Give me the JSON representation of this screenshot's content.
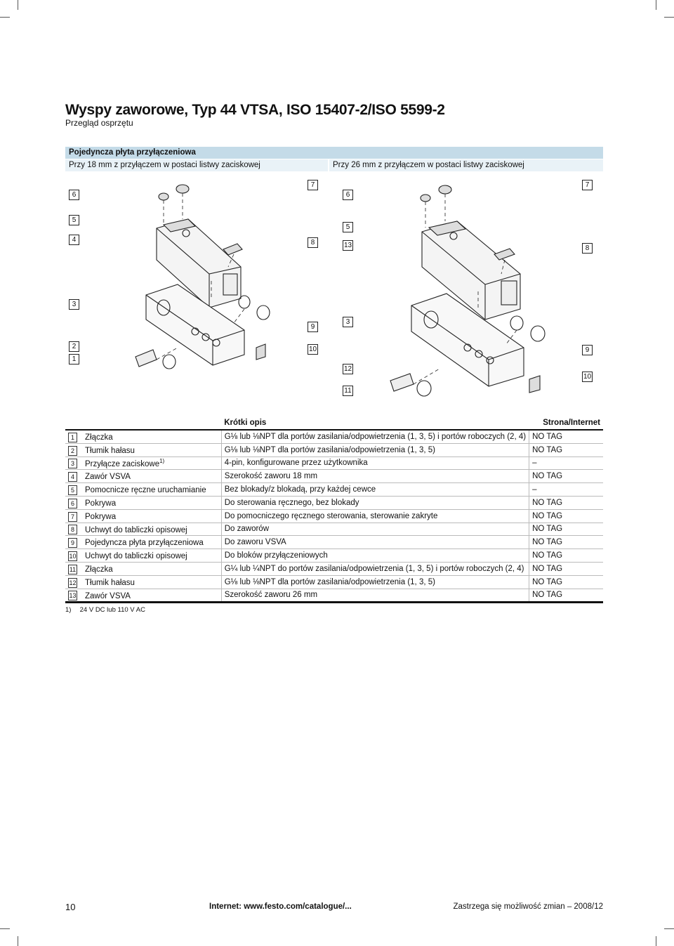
{
  "header": {
    "title": "Wyspy zaworowe, Typ 44 VTSA, ISO 15407-2/ISO 5599-2",
    "subtitle": "Przegląd osprzętu"
  },
  "section": {
    "title": "Pojedyncza płyta przyłączeniowa",
    "left_caption": "Przy 18 mm z przyłączem w postaci listwy zaciskowej",
    "right_caption": "Przy 26 mm z przyłączem w postaci listwy zaciskowej"
  },
  "diagram_left": {
    "callouts": [
      "6",
      "7",
      "5",
      "4",
      "8",
      "3",
      "9",
      "2",
      "1",
      "10"
    ]
  },
  "diagram_right": {
    "callouts": [
      "6",
      "7",
      "5",
      "13",
      "8",
      "3",
      "9",
      "12",
      "10",
      "11"
    ]
  },
  "table": {
    "headers": {
      "description": "Krótki opis",
      "link": "Strona/Internet"
    },
    "rows": [
      {
        "num": "1",
        "name": "Złączka",
        "sup": "",
        "desc": "G⅛ lub ⅛NPT dla portów zasilania/odpowietrzenia (1, 3, 5) i portów roboczych (2, 4)",
        "link": "NO TAG"
      },
      {
        "num": "2",
        "name": "Tłumik hałasu",
        "sup": "",
        "desc": "G⅛ lub ⅛NPT dla portów zasilania/odpowietrzenia (1, 3, 5)",
        "link": "NO TAG"
      },
      {
        "num": "3",
        "name": "Przyłącze zaciskowe",
        "sup": "1)",
        "desc": "4-pin, konfigurowane przez użytkownika",
        "link": "–"
      },
      {
        "num": "4",
        "name": "Zawór VSVA",
        "sup": "",
        "desc": "Szerokość zaworu 18 mm",
        "link": "NO TAG"
      },
      {
        "num": "5",
        "name": "Pomocnicze ręczne uruchamianie",
        "sup": "",
        "desc": "Bez blokady/z blokadą, przy każdej cewce",
        "link": "–"
      },
      {
        "num": "6",
        "name": "Pokrywa",
        "sup": "",
        "desc": "Do sterowania ręcznego, bez blokady",
        "link": "NO TAG"
      },
      {
        "num": "7",
        "name": "Pokrywa",
        "sup": "",
        "desc": "Do pomocniczego ręcznego sterowania, sterowanie zakryte",
        "link": "NO TAG"
      },
      {
        "num": "8",
        "name": "Uchwyt do tabliczki opisowej",
        "sup": "",
        "desc": "Do zaworów",
        "link": "NO TAG"
      },
      {
        "num": "9",
        "name": "Pojedyncza płyta przyłączeniowa",
        "sup": "",
        "desc": "Do zaworu VSVA",
        "link": "NO TAG"
      },
      {
        "num": "10",
        "name": "Uchwyt do tabliczki opisowej",
        "sup": "",
        "desc": "Do bloków przyłączeniowych",
        "link": "NO TAG"
      },
      {
        "num": "11",
        "name": "Złączka",
        "sup": "",
        "desc": "G¼ lub ¼NPT do portów zasilania/odpowietrzenia (1, 3, 5) i portów roboczych (2, 4)",
        "link": "NO TAG"
      },
      {
        "num": "12",
        "name": "Tłumik hałasu",
        "sup": "",
        "desc": "G⅛ lub ⅛NPT dla portów zasilania/odpowietrzenia (1, 3, 5)",
        "link": "NO TAG"
      },
      {
        "num": "13",
        "name": "Zawór VSVA",
        "sup": "",
        "desc": "Szerokość zaworu 26 mm",
        "link": "NO TAG"
      }
    ]
  },
  "footnote": {
    "mark": "1)",
    "text": "24 V DC lub 110 V AC"
  },
  "footer": {
    "page_number": "10",
    "internet": "Internet: www.festo.com/catalogue/...",
    "notice": "Zastrzega się możliwość zmian – 2008/12"
  }
}
